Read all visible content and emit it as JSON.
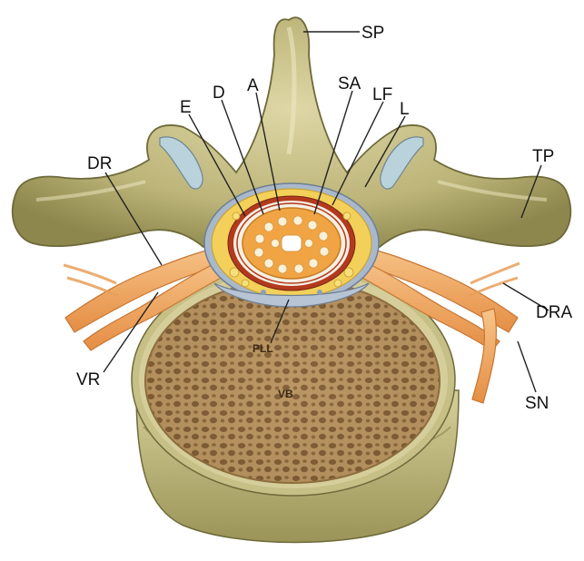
{
  "labels": {
    "sp": "SP",
    "sa": "SA",
    "lf": "LF",
    "l": "L",
    "a": "A",
    "d": "D",
    "e": "E",
    "dr": "DR",
    "tp": "TP",
    "dra": "DRA",
    "vr": "VR",
    "sn": "SN",
    "pll": "PLL",
    "vb": "VB"
  },
  "colors": {
    "bone": "#c8c083",
    "bone_shadow": "#7f7a44",
    "bone_highlight": "#e3dcae",
    "cancellous": "#ad8c5c",
    "cancellous_dark": "#6b4a28",
    "nerve": "#f0a862",
    "cord": "#f0a443",
    "ligament": "#b6c4d4",
    "fat": "#f2d05a",
    "dura_red": "#b23a1e"
  }
}
